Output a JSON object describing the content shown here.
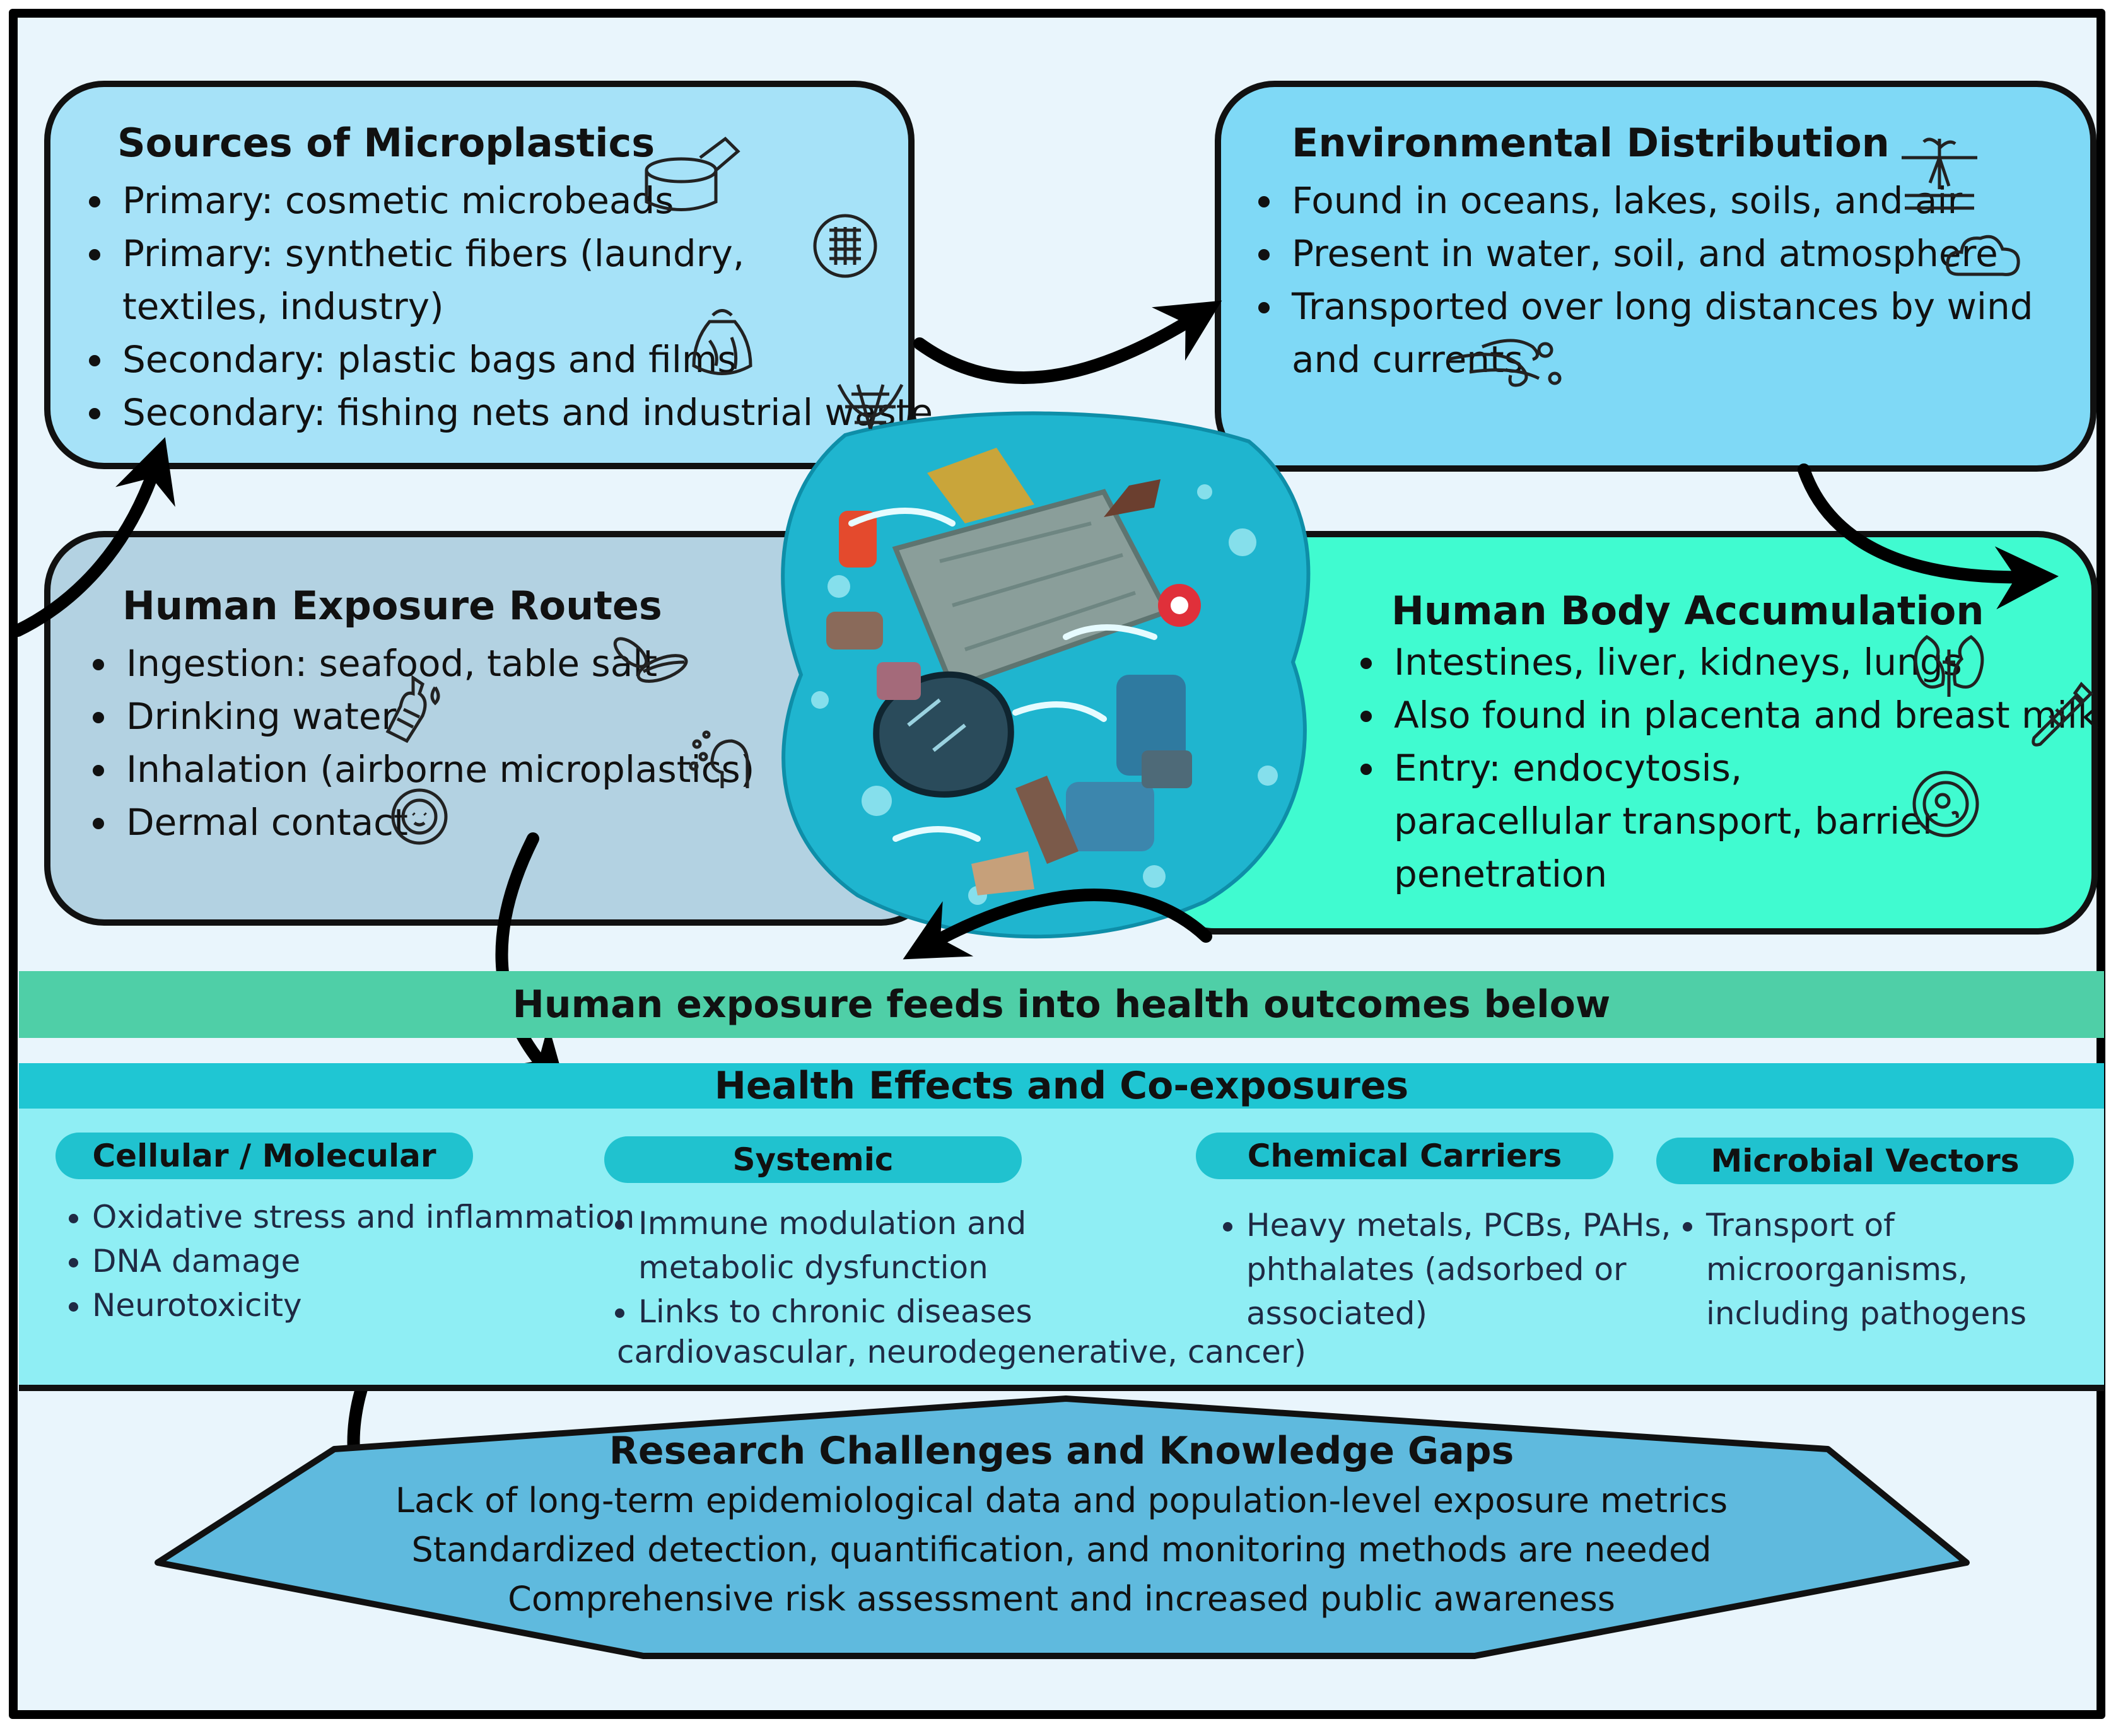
{
  "sources": {
    "title": "Sources of Microplastics",
    "items": [
      "Primary: cosmetic microbeads",
      "Primary: synthetic fibers (laundry, textiles, industry)",
      "Secondary: plastic bags and films",
      "Secondary: fishing nets and industrial waste"
    ]
  },
  "environment": {
    "title": "Environmental Distribution",
    "items": [
      "Found in oceans, lakes, soils, and air",
      "Present in water, soil, and atmosphere",
      "Transported over long distances by wind and currents"
    ]
  },
  "exposure": {
    "title": "Human Exposure Routes",
    "items": [
      "Ingestion: seafood, table salt",
      "Drinking water",
      "Inhalation (airborne microplastics)",
      "Dermal contact"
    ]
  },
  "body": {
    "title": "Human Body Accumulation",
    "items": [
      "Intestines, liver, kidneys, lungs",
      "Also found in placenta and breast milk",
      "Entry: endocytosis, paracellular transport, barrier penetration"
    ]
  },
  "feed_banner": "Human exposure feeds into health outcomes below",
  "health": {
    "title": "Health Effects and Co-exposures",
    "columns": [
      {
        "title": "Cellular / Molecular",
        "items": [
          "Oxidative stress and inflammation",
          "DNA damage",
          "Neurotoxicity"
        ]
      },
      {
        "title": "Systemic",
        "items": [
          "Immune modulation and metabolic dysfunction",
          "Links to chronic diseases"
        ],
        "extra": "cardiovascular, neurodegenerative, cancer)"
      },
      {
        "title": "Chemical Carriers",
        "items": [
          "Heavy metals, PCBs, PAHs, phthalates (adsorbed or associated)"
        ]
      },
      {
        "title": "Microbial Vectors",
        "items": [
          "Transport of microorganisms, including pathogens"
        ]
      }
    ]
  },
  "research": {
    "title": "Research Challenges and Knowledge Gaps",
    "lines": [
      "Lack of long-term epidemiological data and population-level exposure metrics",
      "Standardized detection, quantification, and monitoring methods are needed",
      "Comprehensive risk assessment and increased public awareness"
    ]
  },
  "colors": {
    "sources_bg": "#a6e2f8",
    "environment_bg": "#7fd9f6",
    "exposure_bg": "#b3d2e2",
    "body_bg": "#40fbd0",
    "feed_banner_bg": "#4fcfa7",
    "health_title_bg": "#1fc6d3",
    "health_body_bg": "#8feef4",
    "pill_bg": "#20c2cf",
    "research_bg": "#5fbade"
  }
}
